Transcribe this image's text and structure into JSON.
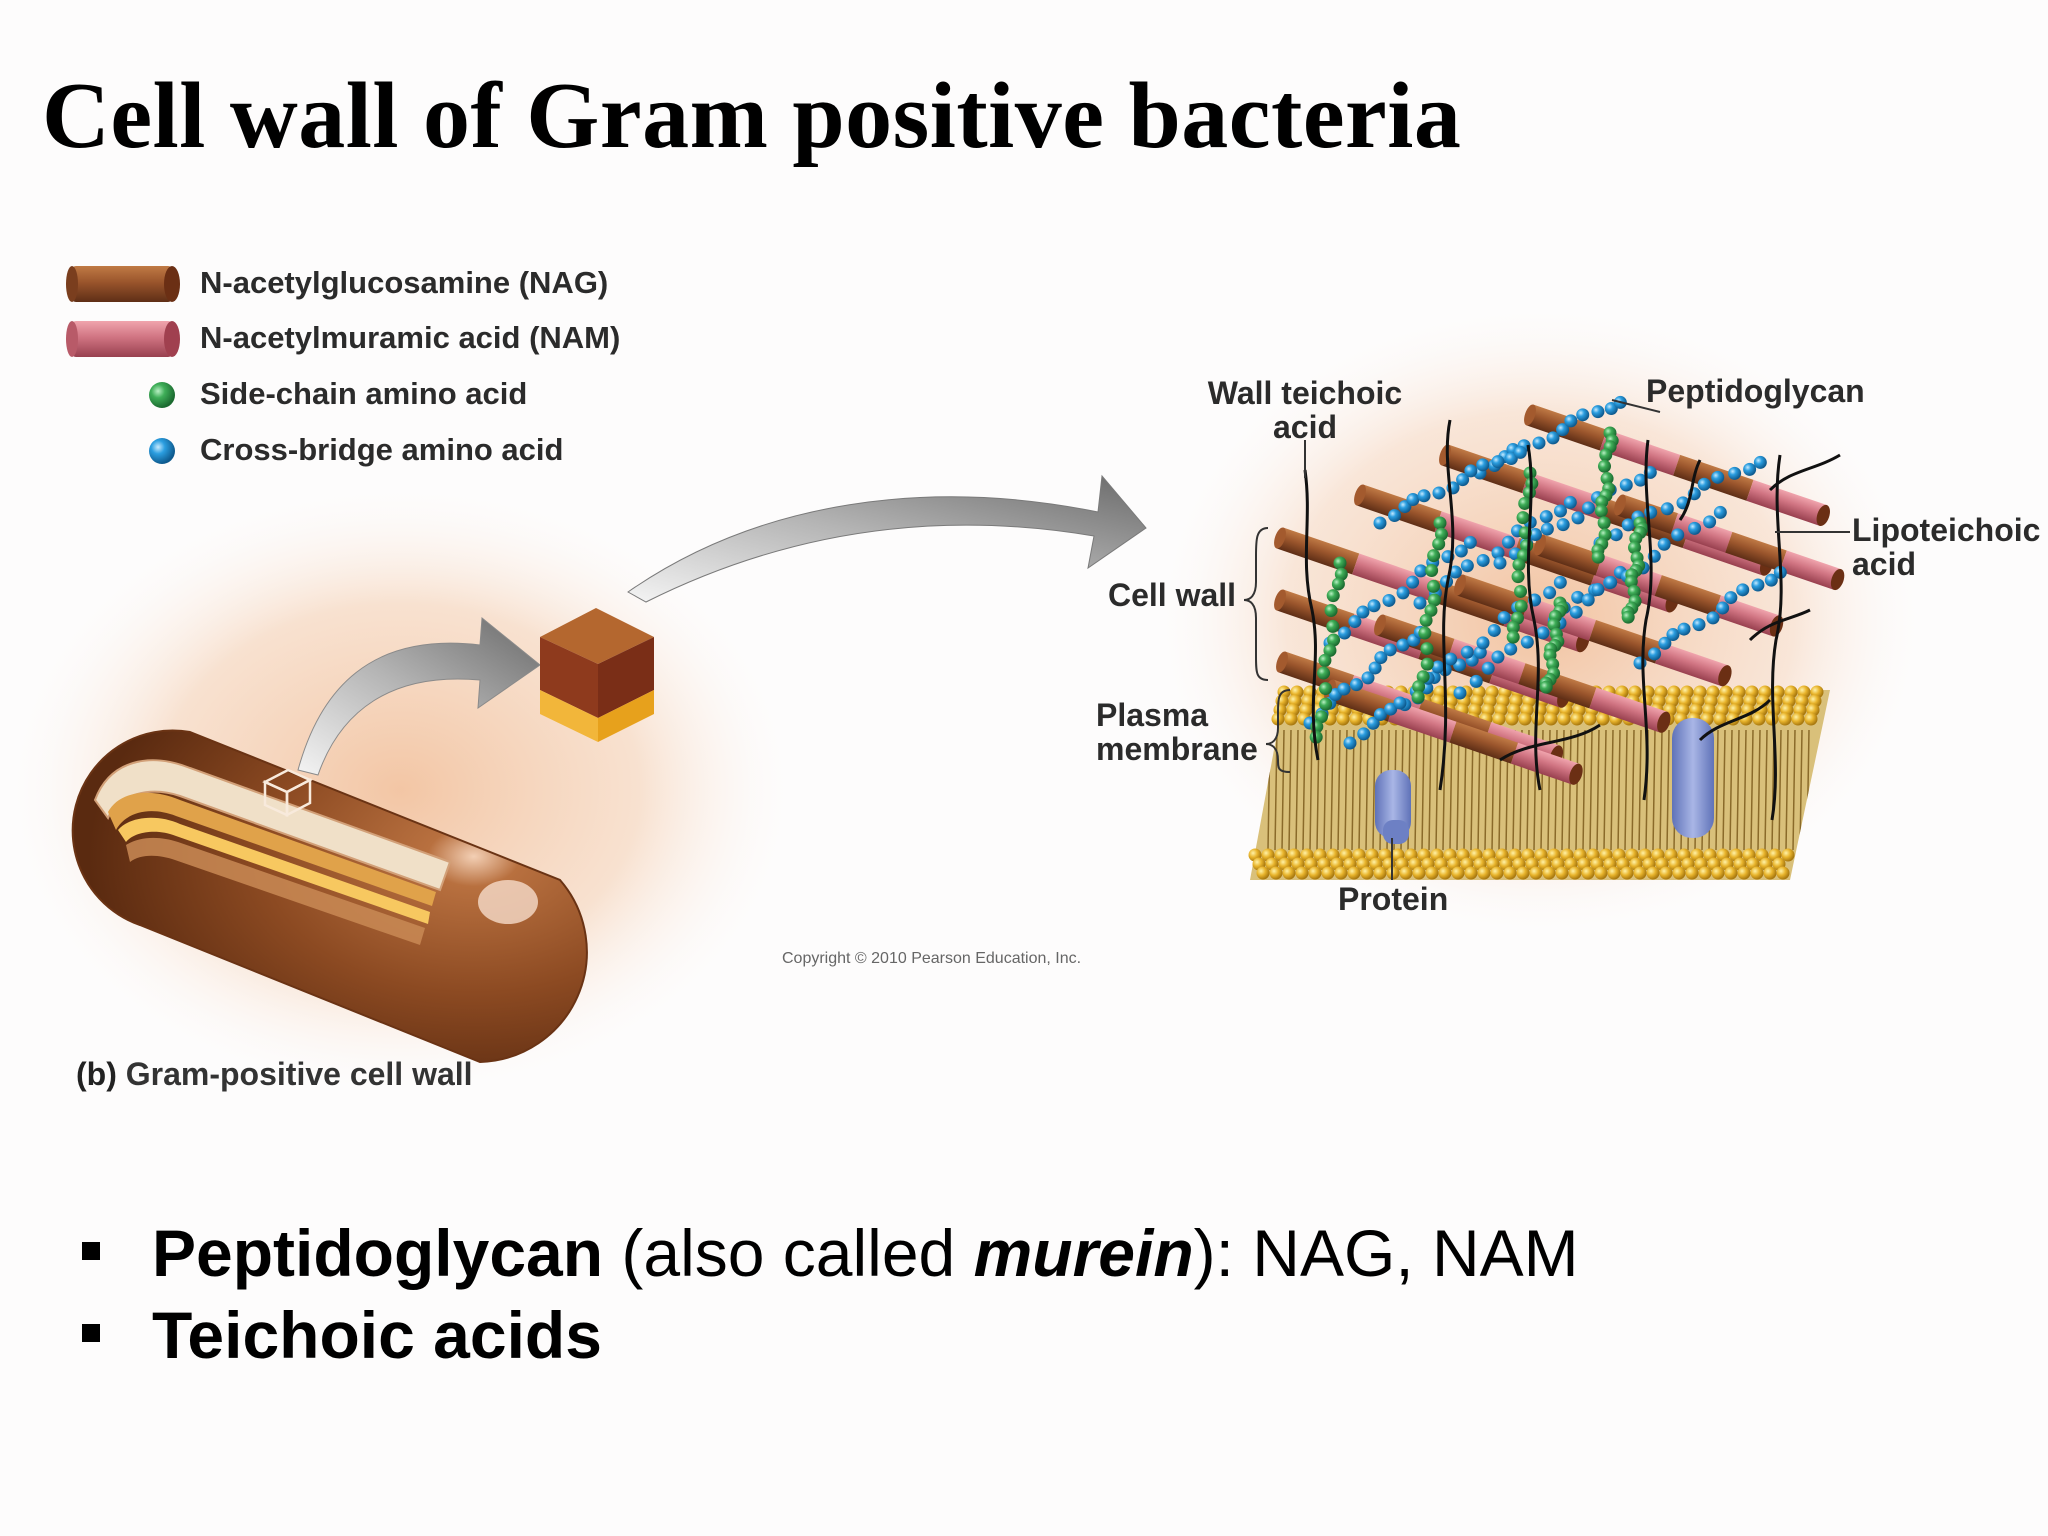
{
  "title": "Cell wall of Gram positive bacteria",
  "legend": [
    {
      "label": "N-acetylglucosamine (NAG)",
      "icon": "nag-cylinder-icon",
      "color": "#8a4a25"
    },
    {
      "label": "N-acetylmuramic acid (NAM)",
      "icon": "nam-cylinder-icon",
      "color": "#cc6f7c"
    },
    {
      "label": "Side-chain amino acid",
      "icon": "green-sphere-icon",
      "color": "#2f9b48"
    },
    {
      "label": "Cross-bridge amino acid",
      "icon": "blue-sphere-icon",
      "color": "#1f8fd0"
    }
  ],
  "labels": {
    "wall_teichoic_line1": "Wall teichoic",
    "wall_teichoic_line2": "acid",
    "peptidoglycan": "Peptidoglycan",
    "lipoteichoic_line1": "Lipoteichoic",
    "lipoteichoic_line2": "acid",
    "cell_wall": "Cell wall",
    "plasma_line1": "Plasma",
    "plasma_line2": "membrane",
    "protein": "Protein"
  },
  "copyright": "Copyright © 2010 Pearson Education, Inc.",
  "caption": {
    "letter": "(b)",
    "text": "Gram-positive cell wall"
  },
  "bullets": [
    {
      "bold": "Peptidoglycan",
      "middle": " (also called ",
      "italic": "murein",
      "rest": "): NAG, NAM"
    },
    {
      "bold": "Teichoic acids"
    }
  ],
  "colors": {
    "nag": "#8a4a25",
    "nam": "#cc6f7c",
    "side_chain": "#2f9b48",
    "cross_bridge": "#1f8fd0",
    "membrane": "#e8b830",
    "protein": "#7f91cf",
    "glow": "#f2c7a6"
  }
}
